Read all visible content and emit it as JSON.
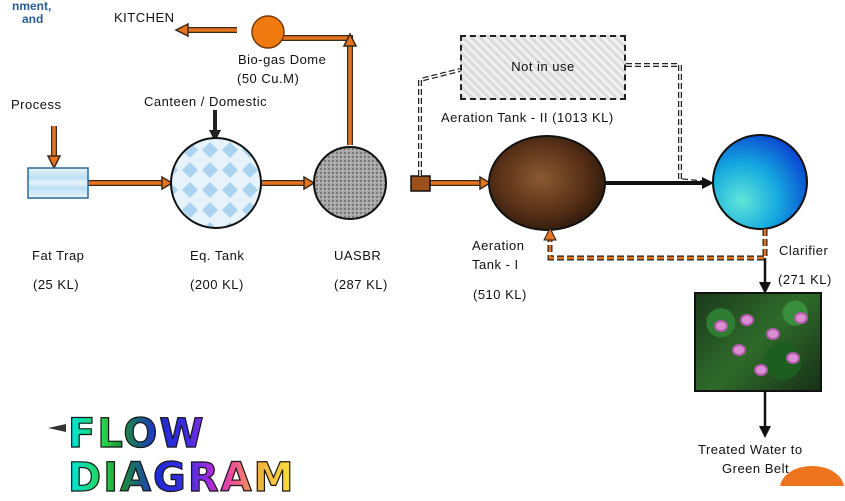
{
  "corner_text": [
    "nment,",
    "and"
  ],
  "labels": {
    "kitchen": "KITCHEN",
    "biogas_dome": "Bio-gas Dome",
    "biogas_capacity": "(50 Cu.M)",
    "process": "Process",
    "canteen": "Canteen / Domestic",
    "not_in_use": "Not in use",
    "aeration_tank_2": "Aeration Tank - II (1013 KL)",
    "fat_trap": "Fat Trap",
    "fat_trap_capacity": "(25 KL)",
    "eq_tank": "Eq. Tank",
    "eq_tank_capacity": "(200 KL)",
    "uasbr": "UASBR",
    "uasbr_capacity": "(287 KL)",
    "aeration_tank_1_line1": "Aeration",
    "aeration_tank_1_line2": "Tank - I",
    "aeration_tank_1_capacity": "(510 KL)",
    "clarifier": "Clarifier",
    "clarifier_capacity": "(271 KL)",
    "treated_water_line1": "Treated Water to",
    "treated_water_line2": "Green Belt"
  },
  "title": "FLOW DIAGRAM",
  "colors": {
    "pipe_orange": "#e8731e",
    "pipe_outline": "#3a2a1a",
    "eq_tank": "#cfe8f7",
    "uasbr": "#9a9a9a",
    "aeration_tank_1": "#5a3218",
    "clarifier": "#14a8e0",
    "biogas_dome": "#f07a10"
  }
}
